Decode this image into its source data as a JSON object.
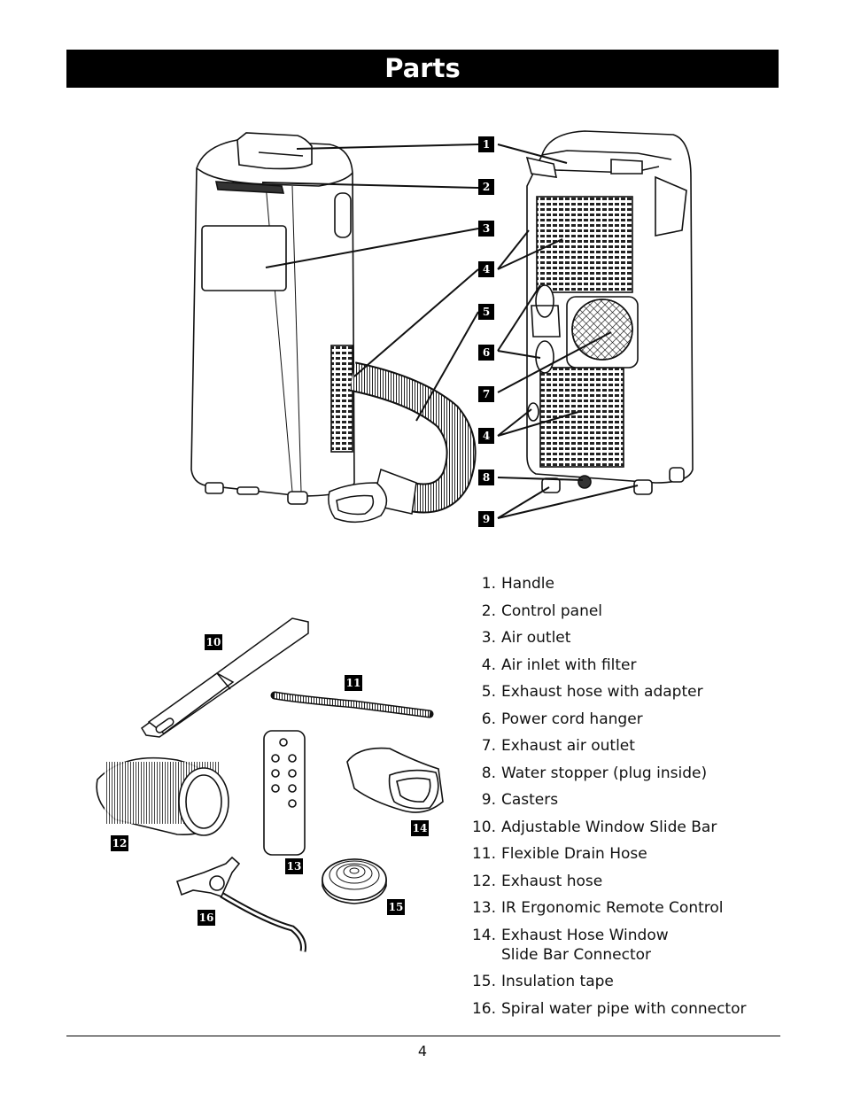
{
  "header": {
    "title": "Parts"
  },
  "callouts": {
    "c1": "1",
    "c2": "2",
    "c3": "3",
    "c4a": "4",
    "c5": "5",
    "c6": "6",
    "c7": "7",
    "c4b": "4",
    "c8": "8",
    "c9": "9",
    "c10": "10",
    "c11": "11",
    "c12": "12",
    "c13": "13",
    "c14": "14",
    "c15": "15",
    "c16": "16"
  },
  "parts_list": [
    {
      "num": "1.",
      "label": "Handle"
    },
    {
      "num": "2.",
      "label": "Control panel"
    },
    {
      "num": "3.",
      "label": "Air outlet"
    },
    {
      "num": "4.",
      "label": "Air inlet with filter"
    },
    {
      "num": "5.",
      "label": "Exhaust hose with adapter"
    },
    {
      "num": "6.",
      "label": "Power cord hanger"
    },
    {
      "num": "7.",
      "label": "Exhaust air outlet"
    },
    {
      "num": "8.",
      "label": "Water stopper (plug inside)"
    },
    {
      "num": "9.",
      "label": "Casters"
    },
    {
      "num": "10.",
      "label": "Adjustable Window Slide Bar"
    },
    {
      "num": "11.",
      "label": "Flexible Drain Hose"
    },
    {
      "num": "12.",
      "label": "Exhaust hose"
    },
    {
      "num": "13.",
      "label": "IR Ergonomic Remote Control"
    },
    {
      "num": "14.",
      "label": "Exhaust Hose Window",
      "label2": "Slide Bar Connector"
    },
    {
      "num": "15.",
      "label": "Insulation tape"
    },
    {
      "num": "16.",
      "label": "Spiral water pipe with connector"
    }
  ],
  "footer": {
    "page_number": "4"
  }
}
